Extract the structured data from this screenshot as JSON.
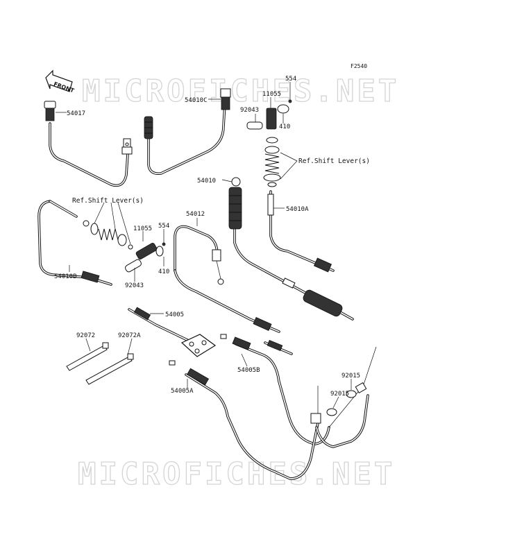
{
  "figure_code": "F2540",
  "front_label": "FRONT",
  "watermark": "MICROFICHES.NET",
  "labels": {
    "p54017": "54017",
    "p54010C": "54010C",
    "p11055_top": "11055",
    "p554_top": "554",
    "p92043_top": "92043",
    "p410_top": "410",
    "ref_shift_top": "Ref.Shift Lever(s)",
    "p54010": "54010",
    "p54010A": "54010A",
    "p54012": "54012",
    "ref_shift_left": "Ref.Shift Lever(s)",
    "p11055_left": "11055",
    "p554_left": "554",
    "p54010B": "54010B",
    "p92043_left": "92043",
    "p410_left": "410",
    "p54005": "54005",
    "p92072": "92072",
    "p92072A": "92072A",
    "p54005B": "54005B",
    "p92015_a": "92015",
    "p92015_b": "92015",
    "p54005A": "54005A"
  }
}
